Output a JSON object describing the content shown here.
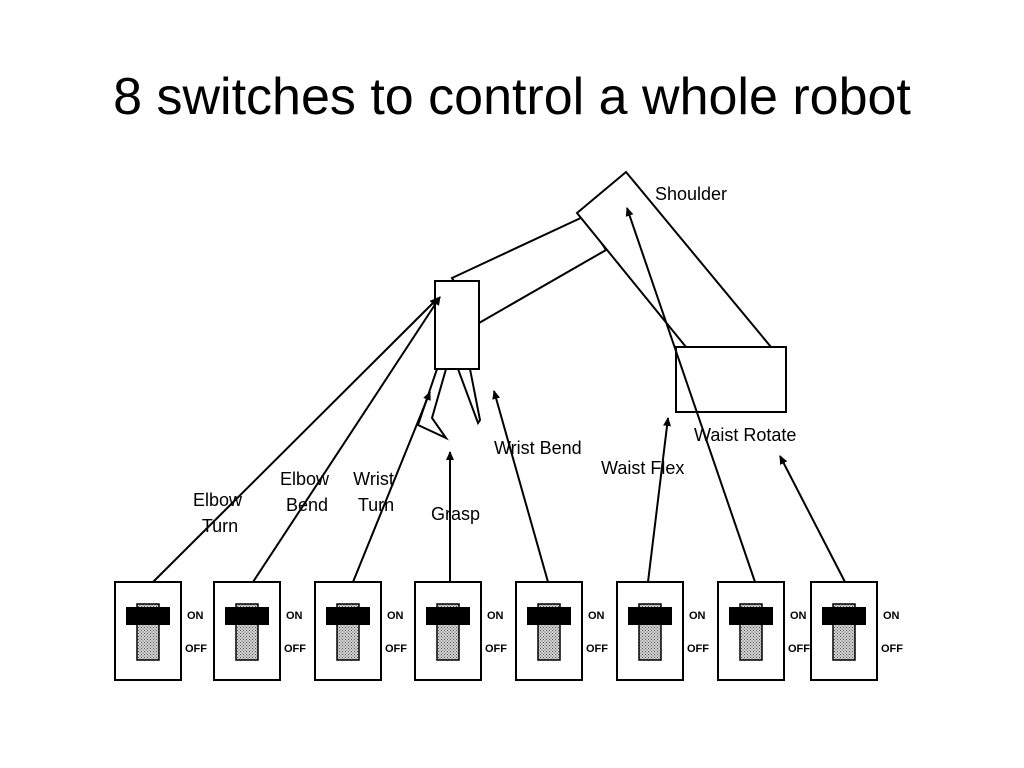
{
  "title": "8 switches to control a whole robot",
  "parts": {
    "shoulder": "Shoulder",
    "waist_rotate": "Waist Rotate",
    "waist_flex": "Waist Flex",
    "wrist_bend": "Wrist Bend",
    "grasp": "Grasp",
    "wrist_turn": [
      "Wrist",
      "Turn"
    ],
    "elbow_bend": [
      "Elbow",
      "Bend"
    ],
    "elbow_turn": [
      "Elbow",
      "Turn"
    ]
  },
  "switches": [
    {
      "on": "ON",
      "off": "OFF"
    },
    {
      "on": "ON",
      "off": "OFF"
    },
    {
      "on": "ON",
      "off": "OFF"
    },
    {
      "on": "ON",
      "off": "OFF"
    },
    {
      "on": "ON",
      "off": "OFF"
    },
    {
      "on": "ON",
      "off": "OFF"
    },
    {
      "on": "ON",
      "off": "OFF"
    },
    {
      "on": "ON",
      "off": "OFF"
    }
  ]
}
